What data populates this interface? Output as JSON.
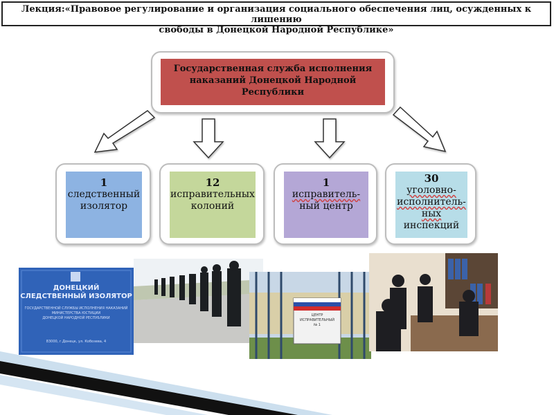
{
  "title": {
    "line1": "Лекция:«Правовое регулирование и организация социального обеспечения лиц, осужденных к лишению",
    "line2": "свободы в Донецкой Народной Республике»"
  },
  "top_node": {
    "line1": "Государственная служба исполнения",
    "line2": "наказаний Донецкой Народной",
    "line3": "Республики",
    "color": "#c0504d"
  },
  "nodes": [
    {
      "number": "1",
      "lines": [
        "следственный",
        "изолятор"
      ],
      "color": "#8db3e2"
    },
    {
      "number": "12",
      "lines": [
        "исправительных",
        "колоний"
      ],
      "color": "#c4d79b"
    },
    {
      "number": "1",
      "lines": [
        "исправитель-",
        "ный центр"
      ],
      "color": "#b4a7d6"
    },
    {
      "number": "30",
      "lines": [
        "уголовно-",
        "исполнитель-",
        "ных",
        "инспекций"
      ],
      "color": "#b7dde8"
    }
  ],
  "photos": {
    "sign": {
      "heading1": "ДОНЕЦКИЙ",
      "heading2": "СЛЕДСТВЕННЫЙ ИЗОЛЯТОР",
      "sub1": "ГОСУДАРСТВЕННОЙ СЛУЖБЫ ИСПОЛНЕНИЯ НАКАЗАНИЙ",
      "sub2": "МИНИСТЕРСТВА ЮСТИЦИИ",
      "sub3": "ДОНЕЦКОЙ НАРОДНОЙ РЕСПУБЛИКИ",
      "address": "83000, г.Донецк, ул. Кобозева, 4"
    },
    "fence_sign": {
      "line1": "ЦЕНТР",
      "line2": "ИСПРАВИТЕЛЬНЫЙ",
      "line3": "№ 1"
    }
  }
}
